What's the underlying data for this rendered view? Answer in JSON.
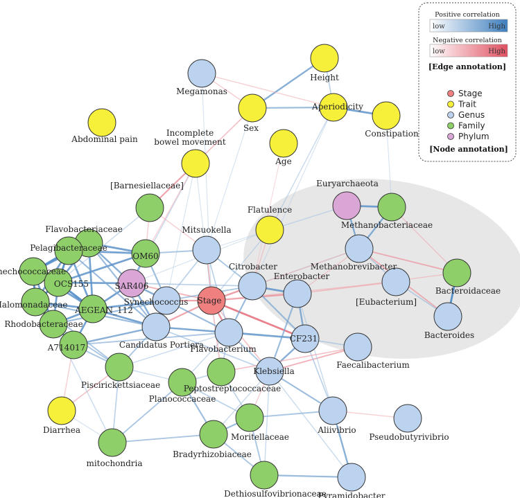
{
  "colors": {
    "Stage": "#f08080",
    "Trait": "#f6f03a",
    "Genus": "#bcd3ef",
    "Family": "#8fcf6a",
    "Phylum": "#d9a6d6",
    "positive_high": "#3f7fbf",
    "negative_high": "#e05060",
    "cluster_bg": "#e6e6e6"
  },
  "legend": {
    "positive_title": "Positive correlation",
    "negative_title": "Negative correlation",
    "low_label": "low",
    "high_label": "High",
    "edge_caption": "[Edge annotation]",
    "node_caption": "[Node annotation]",
    "node_types": [
      {
        "key": "Stage",
        "label": "Stage"
      },
      {
        "key": "Trait",
        "label": "Trait"
      },
      {
        "key": "Genus",
        "label": "Genus"
      },
      {
        "key": "Family",
        "label": "Family"
      },
      {
        "key": "Phylum",
        "label": "Phylum"
      }
    ]
  },
  "nodes": [
    {
      "id": "height",
      "label": "Height",
      "type": "Trait"
    },
    {
      "id": "megamonas",
      "label": "Megamonas",
      "type": "Genus"
    },
    {
      "id": "sex",
      "label": "Sex",
      "type": "Trait"
    },
    {
      "id": "aperiodicity",
      "label": "Aperiodicity",
      "type": "Trait"
    },
    {
      "id": "constipation",
      "label": "Constipation",
      "type": "Trait"
    },
    {
      "id": "abdominal",
      "label": "Abdominal pain",
      "type": "Trait"
    },
    {
      "id": "age",
      "label": "Age",
      "type": "Trait"
    },
    {
      "id": "incomplete",
      "label": "Incomplete\nbowel movement",
      "type": "Trait"
    },
    {
      "id": "barnesiellaceae",
      "label": "[Barnesiellaceae]",
      "type": "Family"
    },
    {
      "id": "euryarchaeota",
      "label": "Euryarchaeota",
      "type": "Phylum"
    },
    {
      "id": "methanobacteriaceae",
      "label": "Methanobacteriaceae",
      "type": "Family"
    },
    {
      "id": "flatulence",
      "label": "Flatulence",
      "type": "Trait"
    },
    {
      "id": "mitsuokella",
      "label": "Mitsuokella",
      "type": "Genus"
    },
    {
      "id": "flavobacteriaceae",
      "label": "Flavobacteriaceae",
      "type": "Family"
    },
    {
      "id": "pelagibacteraceae",
      "label": "Pelagibacteraceae",
      "type": "Family"
    },
    {
      "id": "om60",
      "label": "OM60",
      "type": "Family"
    },
    {
      "id": "methanobrevibacter",
      "label": "Methanobrevibacter",
      "type": "Genus"
    },
    {
      "id": "bacteroidaceae",
      "label": "Bacteroidaceae",
      "type": "Family"
    },
    {
      "id": "synechococcaceae",
      "label": "Synechococcaceae",
      "type": "Family"
    },
    {
      "id": "ocs155",
      "label": "OCS155",
      "type": "Family"
    },
    {
      "id": "sar406",
      "label": "SAR406",
      "type": "Phylum"
    },
    {
      "id": "citrobacter",
      "label": "Citrobacter",
      "type": "Genus"
    },
    {
      "id": "enterobacter",
      "label": "Enterobacter",
      "type": "Genus"
    },
    {
      "id": "eubacterium",
      "label": "[Eubacterium]",
      "type": "Genus"
    },
    {
      "id": "halomonadaceae",
      "label": "Halomonadaceae",
      "type": "Family"
    },
    {
      "id": "aegean",
      "label": "AEGEAN_112",
      "type": "Family"
    },
    {
      "id": "synechococcus",
      "label": "Synechococcus",
      "type": "Genus"
    },
    {
      "id": "stage",
      "label": "Stage",
      "type": "Stage"
    },
    {
      "id": "bacteroides",
      "label": "Bacteroides",
      "type": "Genus"
    },
    {
      "id": "rhodobacteraceae",
      "label": "Rhodobacteraceae",
      "type": "Family"
    },
    {
      "id": "candidatus",
      "label": "Candidatus Portiera",
      "type": "Genus"
    },
    {
      "id": "a714017",
      "label": "A714017",
      "type": "Family"
    },
    {
      "id": "flavobacterium",
      "label": "Flavobacterium",
      "type": "Genus"
    },
    {
      "id": "cf231",
      "label": "CF231",
      "type": "Genus"
    },
    {
      "id": "faecalibacterium",
      "label": "Faecalibacterium",
      "type": "Genus"
    },
    {
      "id": "piscirickettsiaceae",
      "label": "Piscirickettsiaceae",
      "type": "Family"
    },
    {
      "id": "peptostreptococcaceae",
      "label": "Peptostreptococcaceae",
      "type": "Family"
    },
    {
      "id": "klebsiella",
      "label": "Klebsiella",
      "type": "Genus"
    },
    {
      "id": "planococcaceae",
      "label": "Planococcaceae",
      "type": "Family"
    },
    {
      "id": "diarrhea",
      "label": "Diarrhea",
      "type": "Trait"
    },
    {
      "id": "aliivibrio",
      "label": "Aliivibrio",
      "type": "Genus"
    },
    {
      "id": "pseudobutyrivibrio",
      "label": "Pseudobutyrivibrio",
      "type": "Genus"
    },
    {
      "id": "moritellaceae",
      "label": "Moritellaceae",
      "type": "Family"
    },
    {
      "id": "mitochondria",
      "label": "mitochondria",
      "type": "Family"
    },
    {
      "id": "bradyrhizobiaceae",
      "label": "Bradyrhizobiaceae",
      "type": "Family"
    },
    {
      "id": "dethiosulfovibrionaceae",
      "label": "Dethiosulfovibrionaceae",
      "type": "Family"
    },
    {
      "id": "pyramidobacter",
      "label": "Pyramidobacter",
      "type": "Genus"
    }
  ],
  "edges": [
    [
      "sex",
      "height",
      "pos",
      0.7
    ],
    [
      "sex",
      "aperiodicity",
      "pos",
      0.6
    ],
    [
      "aperiodicity",
      "constipation",
      "pos",
      0.8
    ],
    [
      "aperiodicity",
      "height",
      "pos",
      0.4
    ],
    [
      "sex",
      "megamonas",
      "neg",
      0.3
    ],
    [
      "megamonas",
      "aperiodicity",
      "neg",
      0.3
    ],
    [
      "sex",
      "incomplete",
      "neg",
      0.4
    ],
    [
      "sex",
      "mitsuokella",
      "pos",
      0.2
    ],
    [
      "aperiodicity",
      "flatulence",
      "pos",
      0.3
    ],
    [
      "aperiodicity",
      "citrobacter",
      "pos",
      0.2
    ],
    [
      "incomplete",
      "barnesiellaceae",
      "neg",
      0.6
    ],
    [
      "incomplete",
      "sar406",
      "pos",
      0.3
    ],
    [
      "incomplete",
      "synechococcus",
      "pos",
      0.2
    ],
    [
      "incomplete",
      "om60",
      "neg",
      0.3
    ],
    [
      "constipation",
      "methanobacteriaceae",
      "pos",
      0.2
    ],
    [
      "euryarchaeota",
      "methanobacteriaceae",
      "pos",
      0.8
    ],
    [
      "euryarchaeota",
      "methanobrevibacter",
      "pos",
      0.7
    ],
    [
      "methanobacteriaceae",
      "methanobrevibacter",
      "pos",
      0.7
    ],
    [
      "euryarchaeota",
      "flatulence",
      "pos",
      0.3
    ],
    [
      "methanobrevibacter",
      "eubacterium",
      "pos",
      0.4
    ],
    [
      "methanobrevibacter",
      "bacteroidaceae",
      "neg",
      0.5
    ],
    [
      "methanobrevibacter",
      "bacteroides",
      "neg",
      0.5
    ],
    [
      "bacteroidaceae",
      "bacteroides",
      "pos",
      0.9
    ],
    [
      "eubacterium",
      "bacteroides",
      "pos",
      0.4
    ],
    [
      "methanobacteriaceae",
      "bacteroidaceae",
      "neg",
      0.3
    ],
    [
      "methanobrevibacter",
      "enterobacter",
      "neg",
      0.3
    ],
    [
      "methanobrevibacter",
      "citrobacter",
      "pos",
      0.3
    ],
    [
      "flatulence",
      "citrobacter",
      "neg",
      0.3
    ],
    [
      "flatulence",
      "stage",
      "pos",
      0.3
    ],
    [
      "flatulence",
      "mitsuokella",
      "pos",
      0.2
    ],
    [
      "stage",
      "citrobacter",
      "neg",
      0.7
    ],
    [
      "stage",
      "enterobacter",
      "neg",
      0.6
    ],
    [
      "stage",
      "cf231",
      "neg",
      0.8
    ],
    [
      "stage",
      "flavobacterium",
      "neg",
      0.7
    ],
    [
      "stage",
      "candidatus",
      "neg",
      0.6
    ],
    [
      "stage",
      "synechococcus",
      "neg",
      0.6
    ],
    [
      "stage",
      "sar406",
      "neg",
      0.5
    ],
    [
      "stage",
      "mitsuokella",
      "neg",
      0.5
    ],
    [
      "stage",
      "klebsiella",
      "neg",
      0.4
    ],
    [
      "stage",
      "peptostreptococcaceae",
      "neg",
      0.4
    ],
    [
      "stage",
      "eubacterium",
      "neg",
      0.3
    ],
    [
      "stage",
      "methanobrevibacter",
      "neg",
      0.3
    ],
    [
      "citrobacter",
      "enterobacter",
      "pos",
      0.8
    ],
    [
      "citrobacter",
      "cf231",
      "pos",
      0.6
    ],
    [
      "enterobacter",
      "cf231",
      "pos",
      0.7
    ],
    [
      "enterobacter",
      "klebsiella",
      "pos",
      0.6
    ],
    [
      "cf231",
      "klebsiella",
      "pos",
      0.7
    ],
    [
      "cf231",
      "faecalibacterium",
      "pos",
      0.4
    ],
    [
      "flavobacterium",
      "cf231",
      "pos",
      0.8
    ],
    [
      "flavobacterium",
      "candidatus",
      "pos",
      0.7
    ],
    [
      "candidatus",
      "synechococcus",
      "pos",
      0.7
    ],
    [
      "synechococcus",
      "sar406",
      "pos",
      0.7
    ],
    [
      "sar406",
      "om60",
      "pos",
      0.7
    ],
    [
      "om60",
      "mitsuokella",
      "pos",
      0.5
    ],
    [
      "mitsuokella",
      "citrobacter",
      "pos",
      0.5
    ],
    [
      "klebsiella",
      "aliivibrio",
      "pos",
      0.6
    ],
    [
      "klebsiella",
      "faecalibacterium",
      "neg",
      0.5
    ],
    [
      "aliivibrio",
      "pyramidobacter",
      "pos",
      0.7
    ],
    [
      "aliivibrio",
      "moritellaceae",
      "pos",
      0.5
    ],
    [
      "aliivibrio",
      "pseudobutyrivibrio",
      "neg",
      0.3
    ],
    [
      "moritellaceae",
      "bradyrhizobiaceae",
      "pos",
      0.6
    ],
    [
      "moritellaceae",
      "dethiosulfovibrionaceae",
      "pos",
      0.5
    ],
    [
      "dethiosulfovibrionaceae",
      "pyramidobacter",
      "pos",
      0.6
    ],
    [
      "bradyrhizobiaceae",
      "dethiosulfovibrionaceae",
      "pos",
      0.5
    ],
    [
      "planococcaceae",
      "bradyrhizobiaceae",
      "pos",
      0.6
    ],
    [
      "planococcaceae",
      "mitochondria",
      "pos",
      0.5
    ],
    [
      "planococcaceae",
      "moritellaceae",
      "pos",
      0.4
    ],
    [
      "mitochondria",
      "bradyrhizobiaceae",
      "pos",
      0.5
    ],
    [
      "mitochondria",
      "piscirickettsiaceae",
      "pos",
      0.4
    ],
    [
      "piscirickettsiaceae",
      "candidatus",
      "pos",
      0.5
    ],
    [
      "piscirickettsiaceae",
      "a714017",
      "pos",
      0.5
    ],
    [
      "piscirickettsiaceae",
      "planococcaceae",
      "pos",
      0.3
    ],
    [
      "peptostreptococcaceae",
      "planococcaceae",
      "pos",
      0.4
    ],
    [
      "peptostreptococcaceae",
      "moritellaceae",
      "pos",
      0.4
    ],
    [
      "peptostreptococcaceae",
      "flavobacterium",
      "pos",
      0.4
    ],
    [
      "diarrhea",
      "piscirickettsiaceae",
      "neg",
      0.4
    ],
    [
      "diarrhea",
      "mitochondria",
      "pos",
      0.2
    ],
    [
      "diarrhea",
      "a714017",
      "neg",
      0.3
    ],
    [
      "flavobacteriaceae",
      "pelagibacteraceae",
      "pos",
      0.9
    ],
    [
      "flavobacteriaceae",
      "om60",
      "pos",
      0.8
    ],
    [
      "flavobacteriaceae",
      "ocs155",
      "pos",
      0.8
    ],
    [
      "flavobacteriaceae",
      "synechococcaceae",
      "pos",
      0.8
    ],
    [
      "flavobacteriaceae",
      "aegean",
      "pos",
      0.8
    ],
    [
      "flavobacteriaceae",
      "sar406",
      "pos",
      0.7
    ],
    [
      "pelagibacteraceae",
      "synechococcaceae",
      "pos",
      0.9
    ],
    [
      "pelagibacteraceae",
      "ocs155",
      "pos",
      0.9
    ],
    [
      "pelagibacteraceae",
      "om60",
      "pos",
      0.8
    ],
    [
      "pelagibacteraceae",
      "halomonadaceae",
      "pos",
      0.8
    ],
    [
      "pelagibacteraceae",
      "aegean",
      "pos",
      0.8
    ],
    [
      "synechococcaceae",
      "ocs155",
      "pos",
      0.9
    ],
    [
      "synechococcaceae",
      "halomonadaceae",
      "pos",
      0.9
    ],
    [
      "synechococcaceae",
      "rhodobacteraceae",
      "pos",
      0.8
    ],
    [
      "synechococcaceae",
      "aegean",
      "pos",
      0.8
    ],
    [
      "ocs155",
      "halomonadaceae",
      "pos",
      0.9
    ],
    [
      "ocs155",
      "aegean",
      "pos",
      0.9
    ],
    [
      "ocs155",
      "rhodobacteraceae",
      "pos",
      0.8
    ],
    [
      "ocs155",
      "sar406",
      "pos",
      0.8
    ],
    [
      "ocs155",
      "om60",
      "pos",
      0.8
    ],
    [
      "halomonadaceae",
      "rhodobacteraceae",
      "pos",
      0.9
    ],
    [
      "halomonadaceae",
      "aegean",
      "pos",
      0.8
    ],
    [
      "rhodobacteraceae",
      "aegean",
      "pos",
      0.8
    ],
    [
      "rhodobacteraceae",
      "a714017",
      "pos",
      0.8
    ],
    [
      "aegean",
      "a714017",
      "pos",
      0.8
    ],
    [
      "aegean",
      "sar406",
      "pos",
      0.8
    ],
    [
      "aegean",
      "synechococcus",
      "pos",
      0.8
    ],
    [
      "aegean",
      "candidatus",
      "pos",
      0.8
    ],
    [
      "a714017",
      "candidatus",
      "pos",
      0.7
    ],
    [
      "om60",
      "synechococcus",
      "pos",
      0.6
    ],
    [
      "om60",
      "barnesiellaceae",
      "neg",
      0.3
    ],
    [
      "barnesiellaceae",
      "mitsuokella",
      "neg",
      0.3
    ],
    [
      "barnesiellaceae",
      "ocs155",
      "pos",
      0.3
    ],
    [
      "sar406",
      "candidatus",
      "pos",
      0.7
    ],
    [
      "sar406",
      "citrobacter",
      "pos",
      0.4
    ],
    [
      "synechococcus",
      "flavobacterium",
      "pos",
      0.6
    ],
    [
      "synechococcus",
      "citrobacter",
      "pos",
      0.5
    ],
    [
      "candidatus",
      "cf231",
      "pos",
      0.6
    ],
    [
      "candidatus",
      "klebsiella",
      "pos",
      0.4
    ],
    [
      "rhodobacteraceae",
      "synechococcus",
      "pos",
      0.6
    ],
    [
      "halomonadaceae",
      "candidatus",
      "pos",
      0.6
    ],
    [
      "pelagibacteraceae",
      "candidatus",
      "pos",
      0.6
    ],
    [
      "flavobacteriaceae",
      "candidatus",
      "pos",
      0.6
    ],
    [
      "a714017",
      "flavobacterium",
      "pos",
      0.5
    ],
    [
      "piscirickettsiaceae",
      "flavobacterium",
      "pos",
      0.3
    ],
    [
      "piscirickettsiaceae",
      "halomonadaceae",
      "pos",
      0.5
    ],
    [
      "piscirickettsiaceae",
      "rhodobacteraceae",
      "pos",
      0.5
    ],
    [
      "mitochondria",
      "rhodobacteraceae",
      "pos",
      0.3
    ],
    [
      "klebsiella",
      "moritellaceae",
      "neg",
      0.3
    ],
    [
      "klebsiella",
      "bradyrhizobiaceae",
      "pos",
      0.3
    ],
    [
      "cf231",
      "aliivibrio",
      "pos",
      0.4
    ],
    [
      "enterobacter",
      "aliivibrio",
      "pos",
      0.3
    ],
    [
      "faecalibacterium",
      "peptostreptococcaceae",
      "neg",
      0.4
    ],
    [
      "eubacterium",
      "enterobacter",
      "neg",
      0.3
    ],
    [
      "bacteroidaceae",
      "enterobacter",
      "neg",
      0.3
    ],
    [
      "mitsuokella",
      "synechococcus",
      "pos",
      0.4
    ],
    [
      "mitsuokella",
      "flavobacterium",
      "pos",
      0.4
    ],
    [
      "flatulence",
      "sar406",
      "pos",
      0.2
    ],
    [
      "citrobacter",
      "flavobacterium",
      "pos",
      0.6
    ],
    [
      "flavobacterium",
      "klebsiella",
      "pos",
      0.5
    ],
    [
      "planococcaceae",
      "flavobacterium",
      "pos",
      0.3
    ],
    [
      "pyramidobacter",
      "klebsiella",
      "pos",
      0.3
    ],
    [
      "dethiosulfovibrionaceae",
      "klebsiella",
      "pos",
      0.3
    ],
    [
      "megamonas",
      "stage",
      "pos",
      0.2
    ],
    [
      "incomplete",
      "stage",
      "pos",
      0.2
    ],
    [
      "age",
      "citrobacter",
      "neg",
      0.2
    ]
  ]
}
